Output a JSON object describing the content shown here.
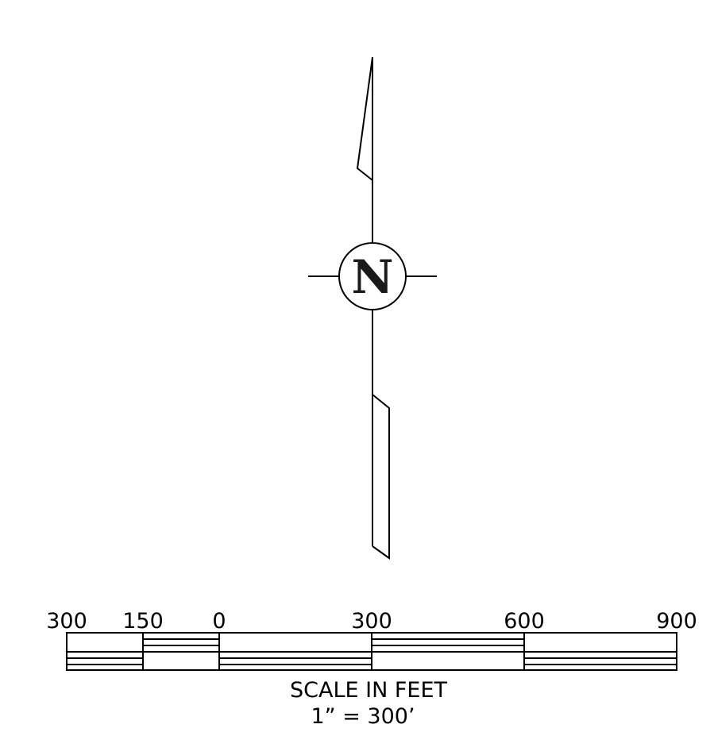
{
  "north_arrow": {
    "letter": "N"
  },
  "scale_bar": {
    "tick_labels": [
      "300",
      "150",
      "0",
      "300",
      "600",
      "900"
    ],
    "title": "SCALE IN FEET",
    "ratio": "1” = 300’"
  },
  "colors": {
    "ink": "#000000",
    "background": "#ffffff"
  }
}
